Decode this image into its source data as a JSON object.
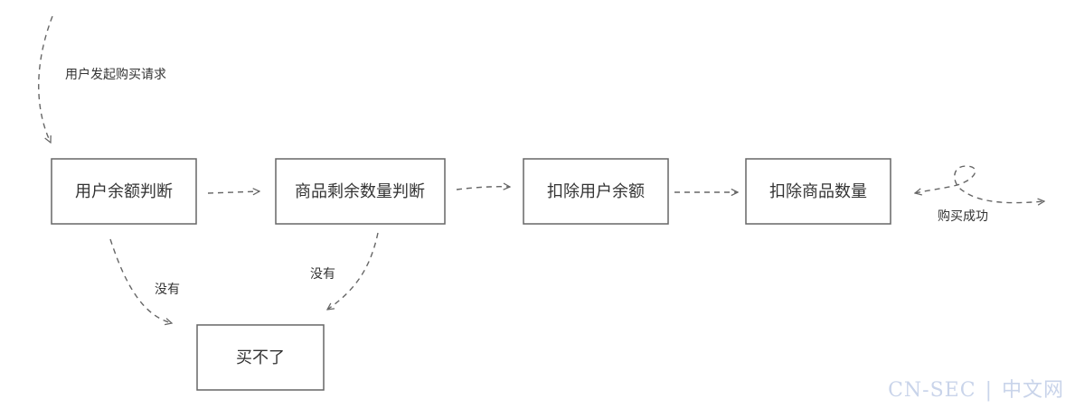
{
  "nodes": {
    "check_balance": "用户余额判断",
    "check_stock": "商品剩余数量判断",
    "deduct_balance": "扣除用户余额",
    "deduct_stock": "扣除商品数量",
    "cannot_buy": "买不了"
  },
  "edge_labels": {
    "start": "用户发起购买请求",
    "no_balance": "没有",
    "no_stock": "没有",
    "success": "购买成功"
  },
  "watermark": {
    "brand": "CN-SEC",
    "divider": "|",
    "site": "中文网"
  },
  "colors": {
    "box_stroke": "#666666",
    "text": "#333333",
    "watermark": "#c9d4ea"
  }
}
